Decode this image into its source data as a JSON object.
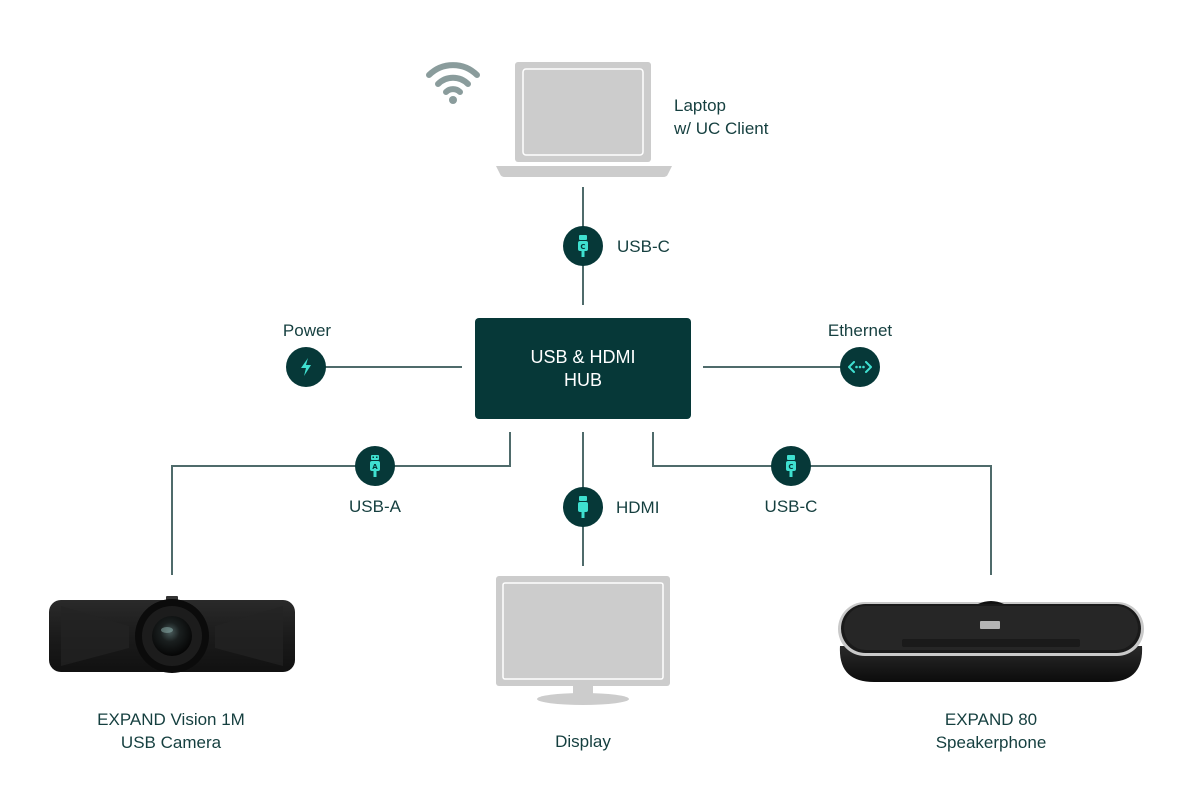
{
  "diagram": {
    "hub": {
      "line1": "USB & HDMI",
      "line2": "HUB"
    },
    "devices": {
      "laptop": {
        "line1": "Laptop",
        "line2": "w/ UC Client"
      },
      "camera": {
        "line1": "EXPAND Vision 1M",
        "line2": "USB Camera"
      },
      "display": {
        "line1": "Display"
      },
      "speakerphone": {
        "line1": "EXPAND 80",
        "line2": "Speakerphone"
      }
    },
    "connections": {
      "laptop": {
        "label": "USB-C",
        "icon": "usb-c-icon"
      },
      "power": {
        "label": "Power",
        "icon": "lightning-bolt-icon"
      },
      "ethernet": {
        "label": "Ethernet",
        "icon": "ethernet-icon"
      },
      "camera": {
        "label": "USB-A",
        "icon": "usb-a-icon"
      },
      "display": {
        "label": "HDMI",
        "icon": "hdmi-icon"
      },
      "speakerphone": {
        "label": "USB-C",
        "icon": "usb-c-icon"
      }
    },
    "colors": {
      "hub_fill": "#063838",
      "node_fill": "#063838",
      "icon_accent": "#3fe0d0",
      "line": "#4f6b6b",
      "device_gray": "#cccccc",
      "wifi_gray": "#8a9c9c",
      "text": "#153f3f"
    }
  }
}
